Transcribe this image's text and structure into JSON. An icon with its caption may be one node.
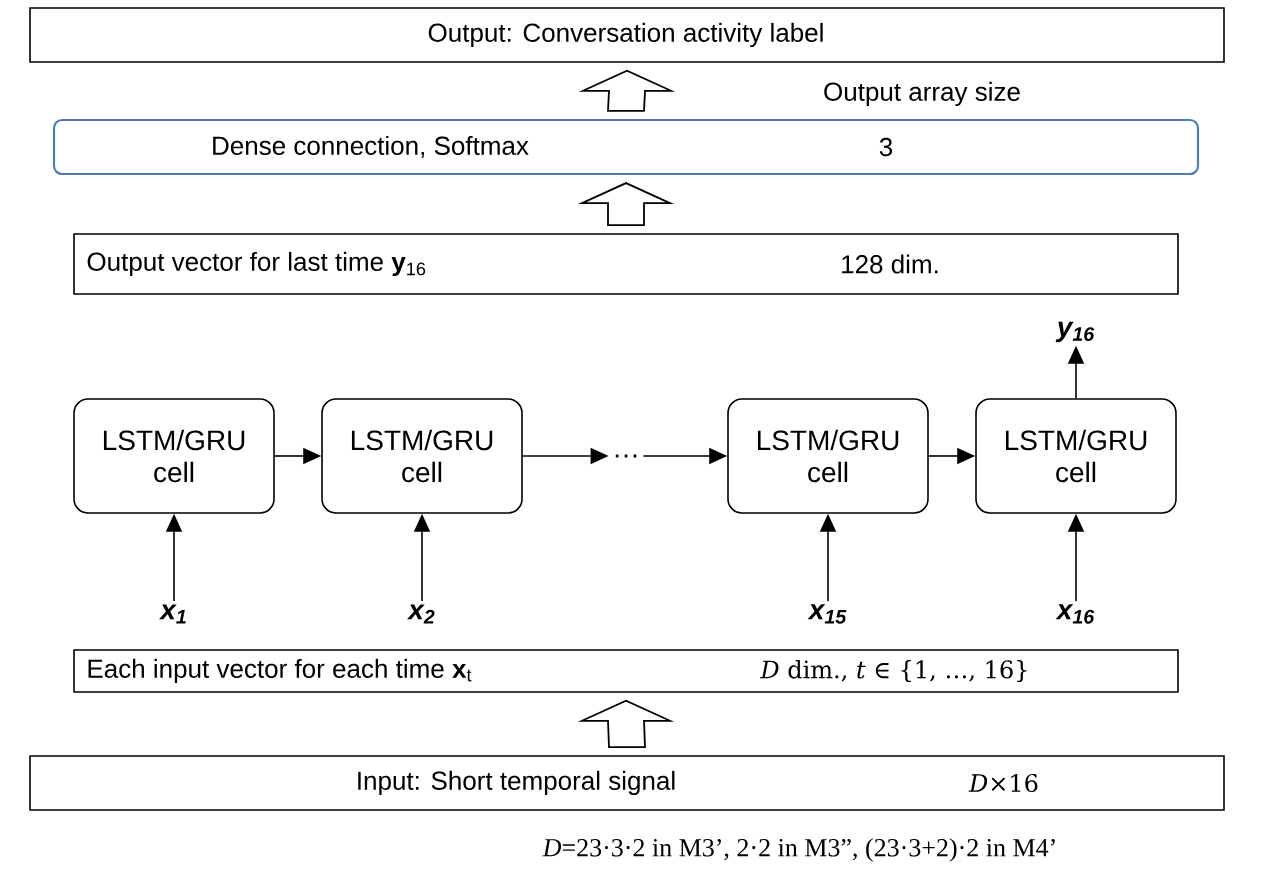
{
  "diagram": {
    "nodes": [
      {
        "text": [
          "Output: Conversation activity label"
        ]
      },
      {
        "text": [
          "Dense connection, Softmax",
          "3"
        ]
      },
      {
        "text": [
          "Output vector for last time **y**$_{16}$",
          "128 dim."
        ]
      },
      {
        "text": [
          "y$_{16}$"
        ]
      },
      {
        "text": [
          "LSTM/GRU cell"
        ]
      },
      {
        "text": [
          "LSTM/GRU cell"
        ]
      },
      {
        "text": [
          "…"
        ]
      },
      {
        "text": [
          "LSTM/GRU cell"
        ]
      },
      {
        "text": [
          "LSTM/GRU cell"
        ]
      },
      {
        "text": [
          "x$_{1}$"
        ]
      },
      {
        "text": [
          "x$_{2}$"
        ]
      },
      {
        "text": [
          "x$_{15}$"
        ]
      },
      {
        "text": [
          "x$_{16}$"
        ]
      },
      {
        "text": [
          "Each input vector for each time **x**$_{t}$",
          "*D* dim., *t* ∈ {1, …, 16}"
        ]
      },
      {
        "text": [
          "Input: Short temporal signal",
          "*D*×16"
        ]
      }
    ],
    "edges": [
      {
        "from": 14,
        "to": 13,
        "arrow": "to",
        "style": "thick"
      },
      {
        "from": 2,
        "to": 1,
        "arrow": "to",
        "style": "thick"
      },
      {
        "from": 1,
        "to": 0,
        "arrow": "to",
        "style": "thick"
      },
      {
        "from": 4,
        "to": 5,
        "arrow": "to"
      },
      {
        "from": 5,
        "to": 6,
        "arrow": "to"
      },
      {
        "from": 6,
        "to": 7,
        "arrow": "to"
      },
      {
        "from": 7,
        "to": 8,
        "arrow": "to"
      },
      {
        "from": 8,
        "to": 3,
        "arrow": "to"
      },
      {
        "from": 9,
        "to": 4,
        "arrow": "to"
      },
      {
        "from": 10,
        "to": 5,
        "arrow": "to"
      },
      {
        "from": 11,
        "to": 7,
        "arrow": "to"
      },
      {
        "from": 12,
        "to": 8,
        "arrow": "to"
      }
    ],
    "labels": [
      "Output array size",
      "*D*=23·3·2 in M3’, 2·2 in M3”, (23·3+2)·2 in M4’"
    ]
  }
}
